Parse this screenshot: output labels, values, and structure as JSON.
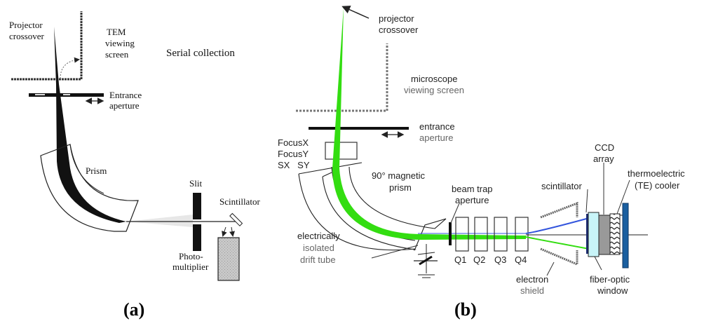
{
  "panel_a": {
    "caption": "(a)",
    "title": "Serial collection",
    "labels": {
      "projector_crossover": [
        "Projector",
        "crossover"
      ],
      "tem_viewing_screen": [
        "TEM",
        "viewing",
        "screen"
      ],
      "entrance_aperture": [
        "Entrance",
        "aperture"
      ],
      "prism": "Prism",
      "slit": "Slit",
      "scintillator": "Scintillator",
      "photomultiplier": [
        "Photo-",
        "multiplier"
      ]
    }
  },
  "panel_b": {
    "caption": "(b)",
    "labels": {
      "projector_crossover": [
        "projector",
        "crossover"
      ],
      "microscope_viewing_screen": [
        "microscope",
        "viewing screen"
      ],
      "entrance_aperture": [
        "entrance",
        "aperture"
      ],
      "focus": [
        "FocusX",
        "FocusY",
        "SX   SY"
      ],
      "magnetic_prism": [
        "90° magnetic",
        "prism"
      ],
      "beam_trap_aperture": [
        "beam trap",
        "aperture"
      ],
      "drift_tube": [
        "electrically",
        "isolated",
        "drift tube"
      ],
      "quadrupoles": [
        "Q1",
        "Q2",
        "Q3",
        "Q4"
      ],
      "scintillator": "scintillator",
      "ccd_array": [
        "CCD",
        "array"
      ],
      "te_cooler": [
        "thermoelectric",
        "(TE) cooler"
      ],
      "electron_shield": [
        "electron",
        "shield"
      ],
      "fiber_optic_window": [
        "fiber-optic",
        "window"
      ]
    },
    "colors": {
      "beam_green": "#33dd11",
      "beam_blue": "#3355dd",
      "fiber_window": "#c8f4f8",
      "ccd": "#999999",
      "cooler_plate": "#1a5fa0"
    }
  }
}
